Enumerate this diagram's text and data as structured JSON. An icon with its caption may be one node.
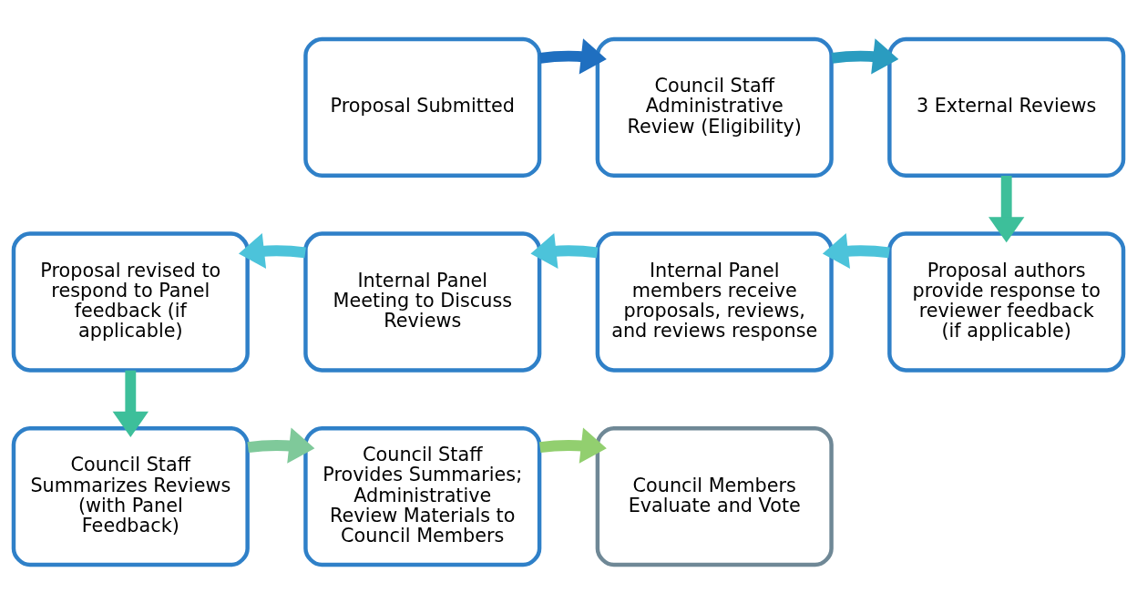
{
  "diagram": {
    "nodes": [
      {
        "text": [
          "Proposal Submitted"
        ]
      },
      {
        "text": [
          "Council Staff Administrative Review (Eligibility)"
        ]
      },
      {
        "text": [
          "3 External Reviews"
        ]
      },
      {
        "text": [
          "Proposal authors provide response to reviewer feedback (if applicable)"
        ]
      },
      {
        "text": [
          "Internal Panel members receive proposals, reviews, and reviews response"
        ]
      },
      {
        "text": [
          "Internal Panel Meeting to Discuss Reviews"
        ]
      },
      {
        "text": [
          "Proposal revised to respond to Panel feedback (if applicable)"
        ]
      },
      {
        "text": [
          "Council Staff Summarizes Reviews (with Panel Feedback)"
        ]
      },
      {
        "text": [
          "Council Staff Provides Summaries; Administrative Review Materials to Council Members"
        ]
      },
      {
        "text": [
          "Council Members Evaluate and Vote"
        ]
      }
    ],
    "edges": [
      {
        "from": 0,
        "to": 1,
        "arrow": "to",
        "color": "#1f6fc0"
      },
      {
        "from": 1,
        "to": 2,
        "arrow": "to",
        "color": "#2a9cc0"
      },
      {
        "from": 2,
        "to": 3,
        "arrow": "to",
        "color": "#3dbf9a"
      },
      {
        "from": 3,
        "to": 4,
        "arrow": "to"
      },
      {
        "from": 4,
        "to": 5,
        "arrow": "to"
      },
      {
        "from": 5,
        "to": 6,
        "arrow": "to"
      },
      {
        "from": 6,
        "to": 7,
        "arrow": "to",
        "color": "#3dbf9a"
      },
      {
        "from": 7,
        "to": 8,
        "arrow": "to",
        "color": "#7fc99a"
      },
      {
        "from": 8,
        "to": 9,
        "arrow": "to",
        "color": "#92cf6f"
      }
    ]
  }
}
